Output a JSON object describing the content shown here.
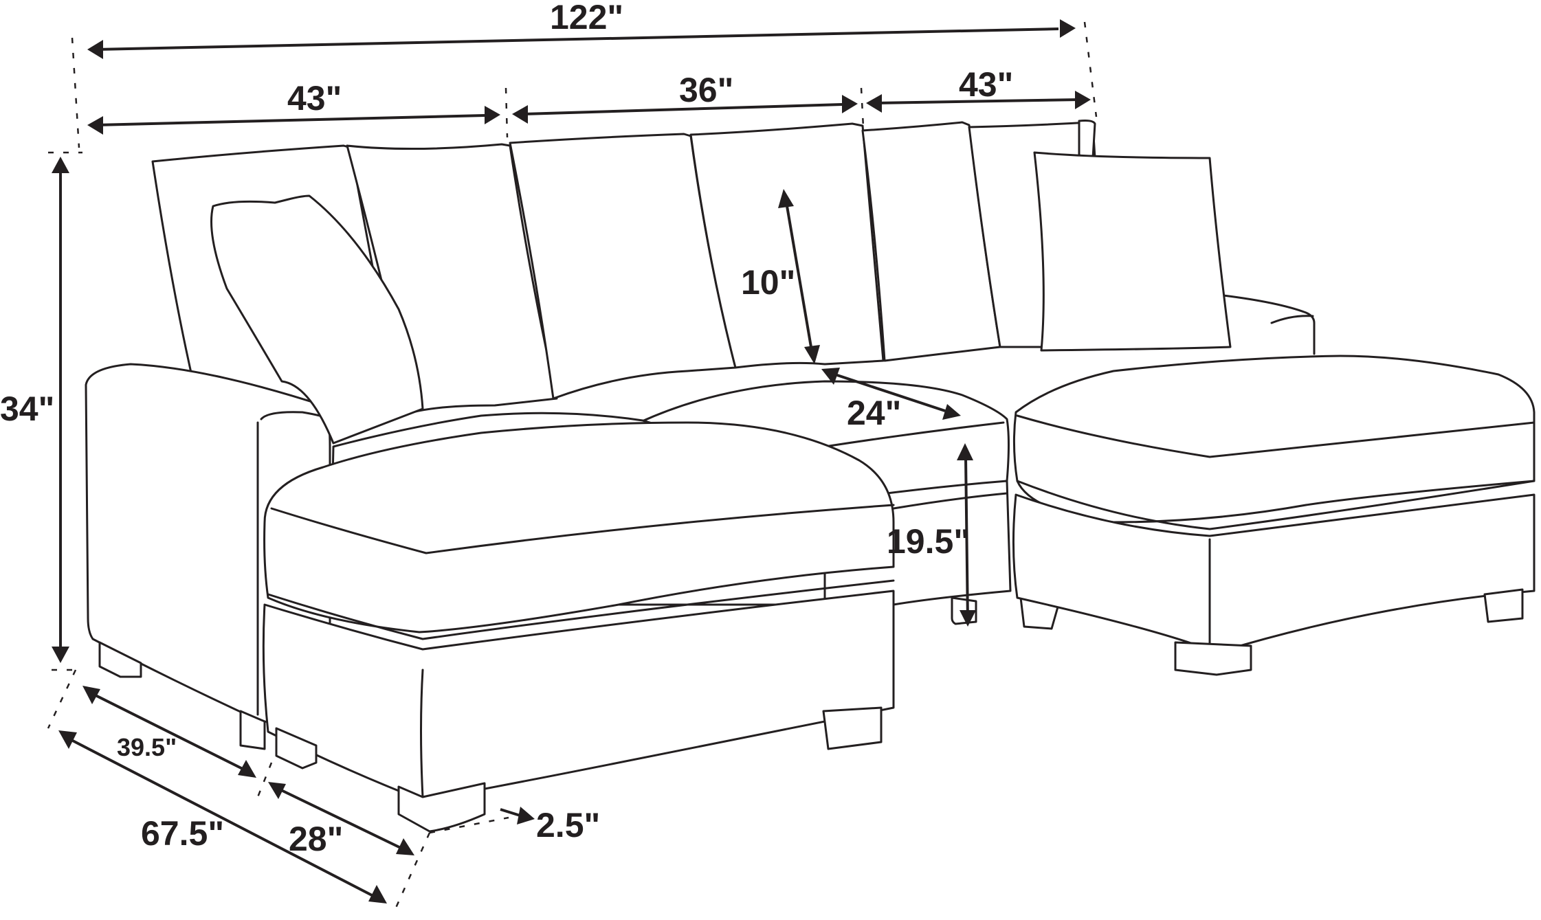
{
  "diagram": {
    "subject": "L-shaped sectional sofa with chaise and ottoman",
    "line_color": "#231f20",
    "background": "#ffffff",
    "dimensions": {
      "overall_width": "122\"",
      "left_section_width": "43\"",
      "middle_section_width": "36\"",
      "right_section_width": "43\"",
      "overall_height": "34\"",
      "back_cushion_height": "10\"",
      "seat_depth": "24\"",
      "seat_height": "19.5\"",
      "chaise_depth": "39.5\"",
      "overall_depth": "67.5\"",
      "ottoman_depth": "28\"",
      "leg_height": "2.5\""
    }
  }
}
